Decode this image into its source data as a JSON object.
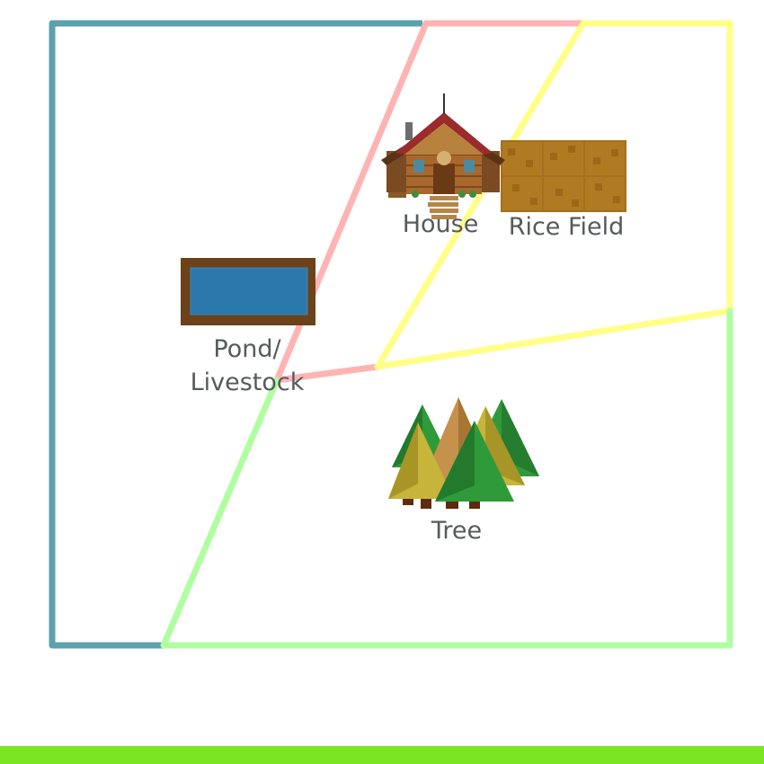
{
  "zones": [
    {
      "name": "farm-boundary",
      "color": "#5ba1ae"
    },
    {
      "name": "pond-zone",
      "color": "#ffb3b3"
    },
    {
      "name": "rice-zone",
      "color": "#ffff88"
    },
    {
      "name": "forest-zone",
      "color": "#afffa0"
    }
  ],
  "objects": {
    "house": {
      "label": "House",
      "icon": "house-icon"
    },
    "rice_field": {
      "label": "Rice Field",
      "icon": "rice-field-icon"
    },
    "pond": {
      "label": "Pond/ Livestock",
      "icon": "pond-icon"
    },
    "tree": {
      "label": "Tree",
      "icon": "tree-icon"
    }
  },
  "ground": {
    "color": "#7be524"
  }
}
